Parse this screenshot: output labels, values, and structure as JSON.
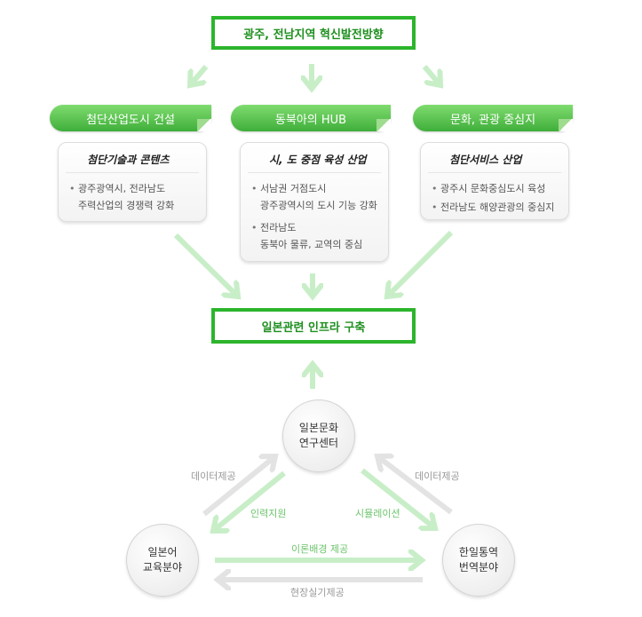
{
  "top_title": "광주, 전남지역 혁신발전방향",
  "pillars": [
    {
      "label": "첨단산업도시 건설",
      "card_title": "첨단기술과 콘텐츠",
      "items": [
        [
          "광주광역시, 전라남도",
          "주력산업의 경쟁력 강화"
        ]
      ]
    },
    {
      "label": "동북아의 HUB",
      "card_title": "시, 도 중점 육성 산업",
      "items": [
        [
          "서남권 거점도시",
          "광주광역시의 도시 기능 강화"
        ],
        [
          "전라남도",
          "동북아 물류, 교역의 중심"
        ]
      ]
    },
    {
      "label": "문화, 관광 중심지",
      "card_title": "첨단서비스 산업",
      "items": [
        [
          "광주시 문화중심도시 육성"
        ],
        [
          "전라남도 해양관광의 중심지"
        ]
      ]
    }
  ],
  "middle_title": "일본관련 인프라 구축",
  "nodes": {
    "center": [
      "일본문화",
      "연구센터"
    ],
    "left": [
      "일본어",
      "교육분야"
    ],
    "right": [
      "한일통역",
      "번역분야"
    ]
  },
  "edges": {
    "left_up": "데이터제공",
    "left_down": "인력지원",
    "right_up": "데이터제공",
    "right_down": "시뮬레이션",
    "bottom_right": "이론배경 제공",
    "bottom_left": "현장실기제공"
  },
  "colors": {
    "green": "#2cb52c",
    "light_green": "#c8eec8",
    "light_gray": "#e3e3e3"
  }
}
